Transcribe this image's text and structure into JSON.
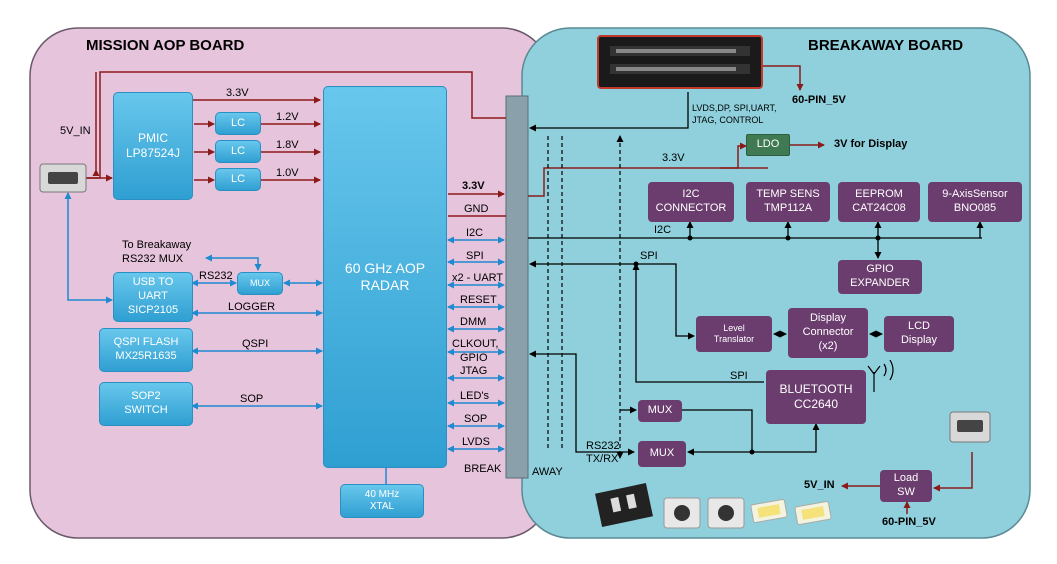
{
  "titles": {
    "mission": "MISSION AOP BOARD",
    "breakaway": "BREAKAWAY BOARD"
  },
  "blocks": {
    "pmic": "PMIC\nLP87524J",
    "lc1": "LC",
    "lc2": "LC",
    "lc3": "LC",
    "radar": "60 GHz AOP\nRADAR",
    "usb_uart": "USB TO\nUART\nSICP2105",
    "mux_small": "MUX",
    "qspi_flash": "QSPI FLASH\nMX25R1635",
    "sop2": "SOP2\nSWITCH",
    "xtal": "40 MHz\nXTAL",
    "ldo": "LDO",
    "i2c_conn": "I2C\nCONNECTOR",
    "temp_sens": "TEMP SENS\nTMP112A",
    "eeprom": "EEPROM\nCAT24C08",
    "axis_sensor": "9-AxisSensor\nBNO085",
    "gpio_exp": "GPIO\nEXPANDER",
    "level_trans": "Level\nTranslator",
    "display_conn": "Display\nConnector\n(x2)",
    "lcd": "LCD\nDisplay",
    "bluetooth": "BLUETOOTH\nCC2640",
    "mux_a": "MUX",
    "mux_b": "MUX",
    "load_sw": "Load\nSW"
  },
  "labels": {
    "v33_top": "3.3V",
    "v12": "1.2V",
    "v18": "1.8V",
    "v10": "1.0V",
    "v5in_left": "5V_IN",
    "to_breakaway": "To Breakaway\nRS232 MUX",
    "rs232": "RS232",
    "logger": "LOGGER",
    "qspi": "QSPI",
    "sop": "SOP",
    "if_33": "3.3V",
    "if_gnd": "GND",
    "if_i2c": "I2C",
    "if_spi": "SPI",
    "if_uart": "x2 - UART",
    "if_reset": "RESET",
    "if_dmm": "DMM",
    "if_clkout": "CLKOUT,",
    "if_gpio": "GPIO",
    "if_jtag": "JTAG",
    "if_leds": "LED's",
    "if_sop": "SOP",
    "if_lvds": "LVDS",
    "break": "BREAK",
    "away": "AWAY",
    "pin60_top": "60-PIN_5V",
    "conn_signals": "LVDS,DP, SPI,UART,\nJTAG, CONTROL",
    "v33_right": "3.3V",
    "display_3v": "3V for Display",
    "i2c_right": "I2C",
    "spi_right": "SPI",
    "spi_bt": "SPI",
    "rs232_txrx": "RS232\nTX/RX",
    "v5in_right": "5V_IN",
    "pin60_bottom": "60-PIN_5V"
  },
  "colors": {
    "mission_bg": "#e6c4dc",
    "breakaway_bg": "#8fd0dc",
    "wire_power": "#8b1a1a",
    "wire_signal": "#1f8ad0",
    "wire_black": "#000000",
    "block_purple": "#6b3c6e",
    "block_blue": "#3aa7d9",
    "block_green": "#3f7a52"
  },
  "icons": {
    "usb_left": "micro-usb-icon",
    "usb_right": "micro-usb-icon",
    "connector": "60-pin-connector-icon",
    "antenna": "antenna-icon",
    "dip": "dip-switch-icon",
    "button1": "push-button-icon",
    "button2": "push-button-icon",
    "led1": "led-icon",
    "led2": "led-icon"
  }
}
